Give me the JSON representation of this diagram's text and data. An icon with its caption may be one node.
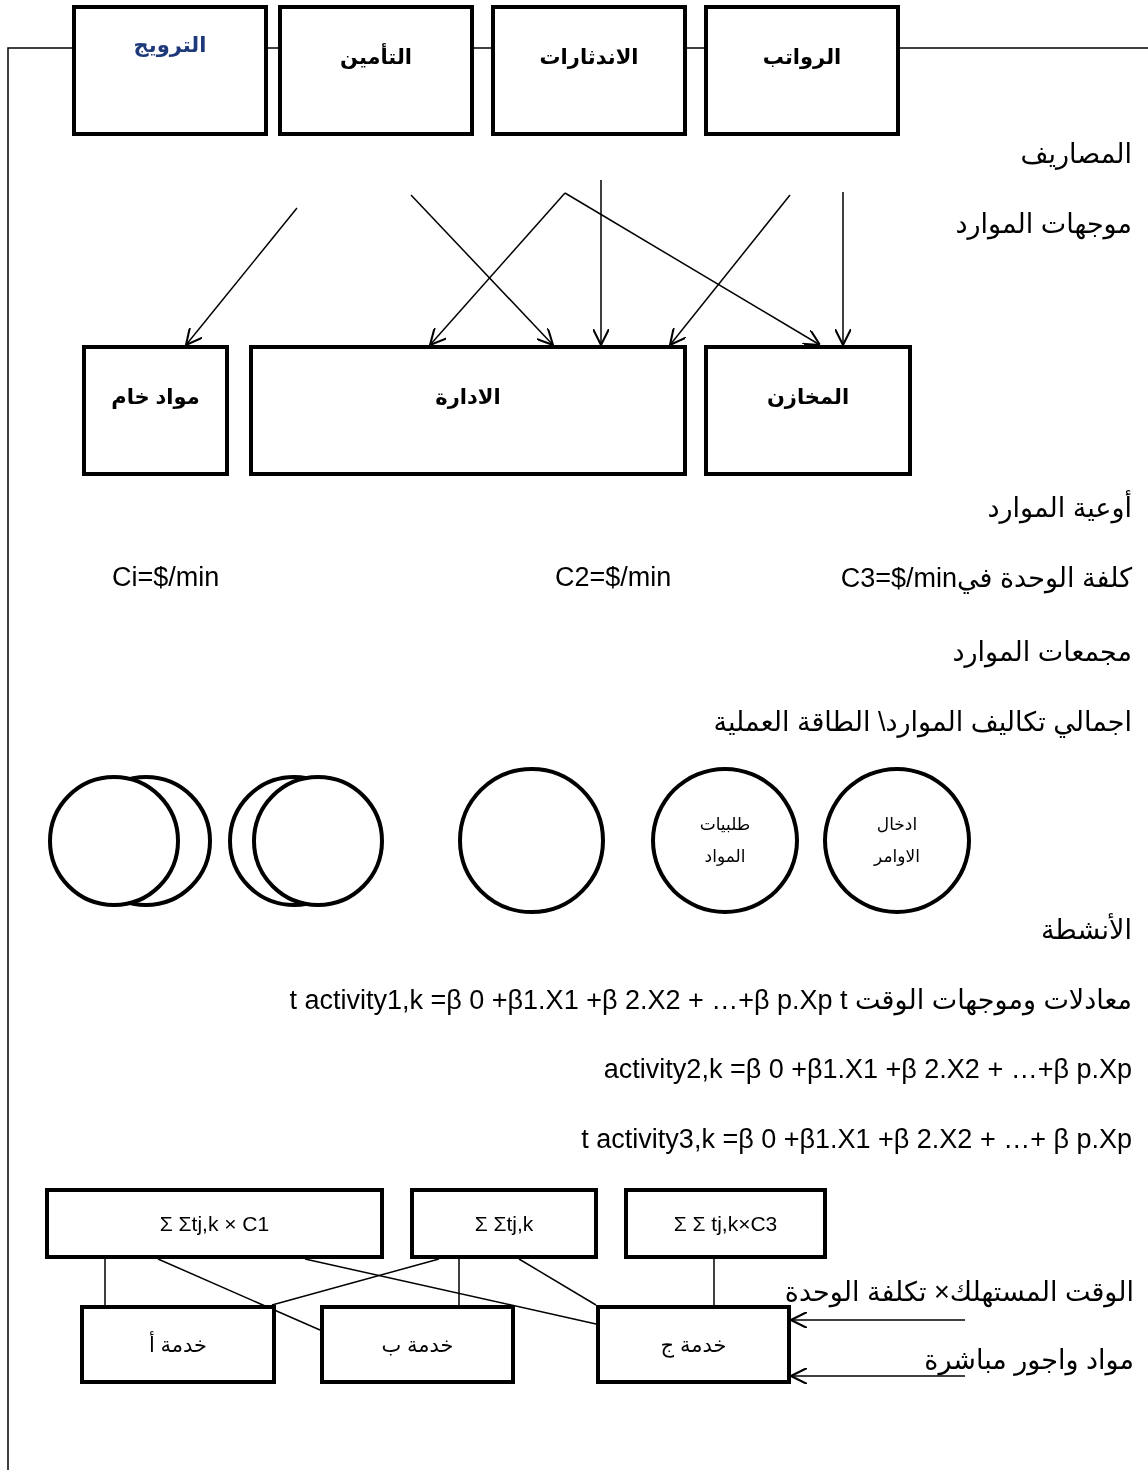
{
  "diagram": {
    "nodes": [
      {
        "text": [
          "الترويج"
        ]
      },
      {
        "text": [
          "التأمين"
        ]
      },
      {
        "text": [
          "الاندثارات"
        ]
      },
      {
        "text": [
          "الرواتب"
        ]
      },
      {
        "text": [
          "مواد خام"
        ]
      },
      {
        "text": [
          "الادارة"
        ]
      },
      {
        "text": [
          "المخازن"
        ]
      },
      {
        "text": [],
        "shape": "circle"
      },
      {
        "text": [],
        "shape": "circle"
      },
      {
        "text": [],
        "shape": "circle"
      },
      {
        "text": [
          "طلبيات المواد"
        ]
      },
      {
        "text": [
          "ادخال الاوامر"
        ]
      },
      {
        "text": [
          "Σ Σtj,k × C1"
        ]
      },
      {
        "text": [
          "Σ Σtj,k"
        ]
      },
      {
        "text": [
          "Σ Σ tj,k×C3"
        ]
      },
      {
        "text": [
          "خدمة أ"
        ]
      },
      {
        "text": [
          "خدمة ب"
        ]
      },
      {
        "text": [
          "خدمة ج"
        ]
      },
      {
        "text": [
          "الوقت المستهلك× تكلفة الوحدة"
        ]
      },
      {
        "text": [
          "مواد واجور مباشرة"
        ]
      }
    ],
    "edges": [
      {
        "from": 0,
        "to": 1,
        "arrow": "none"
      },
      {
        "from": 1,
        "to": 2,
        "arrow": "none"
      },
      {
        "from": 2,
        "to": 3,
        "arrow": "none"
      },
      {
        "from": null,
        "to": 4,
        "arrow": "to"
      },
      {
        "from": null,
        "to": 5,
        "arrow": "to"
      },
      {
        "from": null,
        "to": 5,
        "arrow": "to"
      },
      {
        "from": null,
        "to": 5,
        "arrow": "to"
      },
      {
        "from": null,
        "to": 6,
        "arrow": "to"
      },
      {
        "from": null,
        "to": 5,
        "arrow": "to"
      },
      {
        "from": null,
        "to": 6,
        "arrow": "to"
      },
      {
        "from": 12,
        "to": 15,
        "arrow": "none"
      },
      {
        "from": 12,
        "to": 16,
        "arrow": "none"
      },
      {
        "from": 12,
        "to": 17,
        "arrow": "none"
      },
      {
        "from": 13,
        "to": 15,
        "arrow": "none"
      },
      {
        "from": 13,
        "to": 16,
        "arrow": "none"
      },
      {
        "from": 13,
        "to": 17,
        "arrow": "none"
      },
      {
        "from": 14,
        "to": 17,
        "arrow": "none"
      },
      {
        "from": 18,
        "to": 17,
        "arrow": "to"
      },
      {
        "from": 19,
        "to": 17,
        "arrow": "to"
      }
    ],
    "labels": [
      "المصاريف",
      "موجهات الموارد",
      "أوعية الموارد",
      "Ci=$/min",
      "C2=$/min",
      "كلفة الوحدة فيC3=$/min",
      "مجمعات الموارد",
      "اجمالي تكاليف الموارد\\ الطاقة العملية",
      "الأنشطة",
      "معادلات وموجهات الوقت t activity1,k =β 0 +β1.X1 +β 2.X2 + …+β p.Xp t",
      "activity2,k =β 0 +β1.X1 +β 2.X2 + …+β p.Xp",
      "t activity3,k =β 0 +β1.X1 +β 2.X2 + …+ β p.Xp"
    ]
  }
}
